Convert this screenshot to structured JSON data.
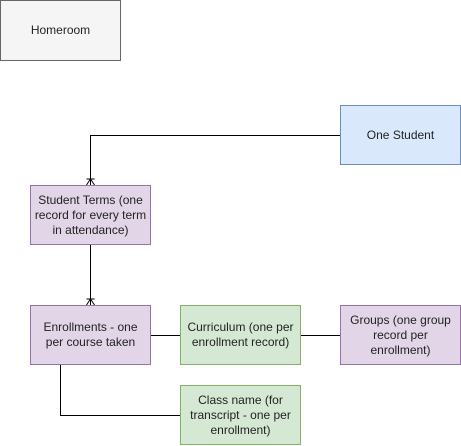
{
  "nodes": {
    "homeroom": {
      "label": "Homeroom",
      "fill": "#f5f5f5",
      "stroke": "#666666"
    },
    "one_student": {
      "label": "One Student",
      "fill": "#dae8fc",
      "stroke": "#6c8ebf"
    },
    "student_terms": {
      "label": "Student Terms (one record for every term in attendance)",
      "fill": "#e1d5e7",
      "stroke": "#9673a6"
    },
    "enrollments": {
      "label": "Enrollments - one per course taken",
      "fill": "#e1d5e7",
      "stroke": "#9673a6"
    },
    "curriculum": {
      "label": "Curriculum (one per enrollment record)",
      "fill": "#d5e8d4",
      "stroke": "#82b366"
    },
    "groups": {
      "label": "Groups (one group record per enrollment)",
      "fill": "#e1d5e7",
      "stroke": "#9673a6"
    },
    "class_name": {
      "label": "Class name (for transcript - one per enrollment)",
      "fill": "#d5e8d4",
      "stroke": "#82b366"
    }
  },
  "edges": [
    {
      "from": "one_student",
      "to": "student_terms",
      "end": "crow-foot-many"
    },
    {
      "from": "student_terms",
      "to": "enrollments",
      "end": "crow-foot-many"
    },
    {
      "from": "enrollments",
      "to": "curriculum",
      "end": "none"
    },
    {
      "from": "curriculum",
      "to": "groups",
      "end": "none"
    },
    {
      "from": "enrollments",
      "to": "class_name",
      "end": "none"
    }
  ],
  "line_color": "#000000"
}
